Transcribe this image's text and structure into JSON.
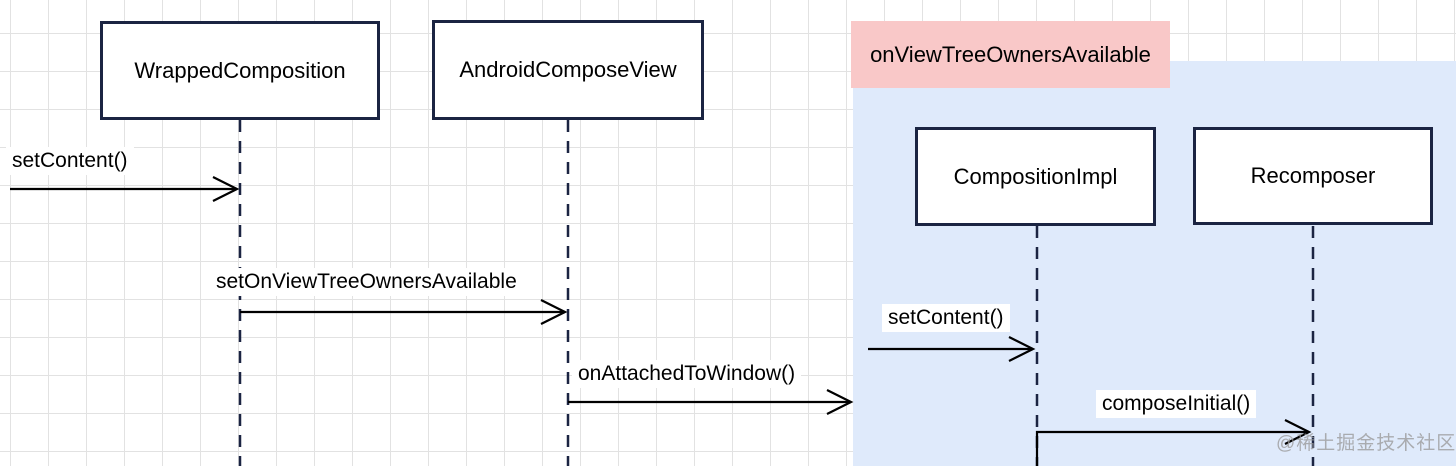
{
  "diagram_type": "uml-sequence",
  "actors": [
    {
      "label": "WrappedComposition"
    },
    {
      "label": "AndroidComposeView"
    },
    {
      "label": "CompositionImpl"
    },
    {
      "label": "Recomposer"
    }
  ],
  "highlight": {
    "label": "onViewTreeOwnersAvailable",
    "fill": "#f9c8c8"
  },
  "region": {
    "fill": "#dfeafb",
    "note": "shaded scope containing CompositionImpl and Recomposer"
  },
  "messages": [
    {
      "label": "setContent()",
      "from": "external-caller",
      "to": "WrappedComposition"
    },
    {
      "label": "setOnViewTreeOwnersAvailable",
      "from": "WrappedComposition",
      "to": "AndroidComposeView"
    },
    {
      "label": "onAttachedToWindow()",
      "from": "AndroidComposeView",
      "to": "onViewTreeOwnersAvailable-region"
    },
    {
      "label": "setContent()",
      "from": "onViewTreeOwnersAvailable-region",
      "to": "CompositionImpl"
    },
    {
      "label": "composeInitial()",
      "from": "CompositionImpl",
      "to": "Recomposer"
    }
  ],
  "watermark": "@稀土掘金技术社区",
  "colors": {
    "lifeline_navy": "#1b2442",
    "arrow_black": "#000000",
    "grid_line": "#e2e2e2",
    "canvas_bg": "#ffffff",
    "watermark_gray": "#9a9a9a"
  }
}
